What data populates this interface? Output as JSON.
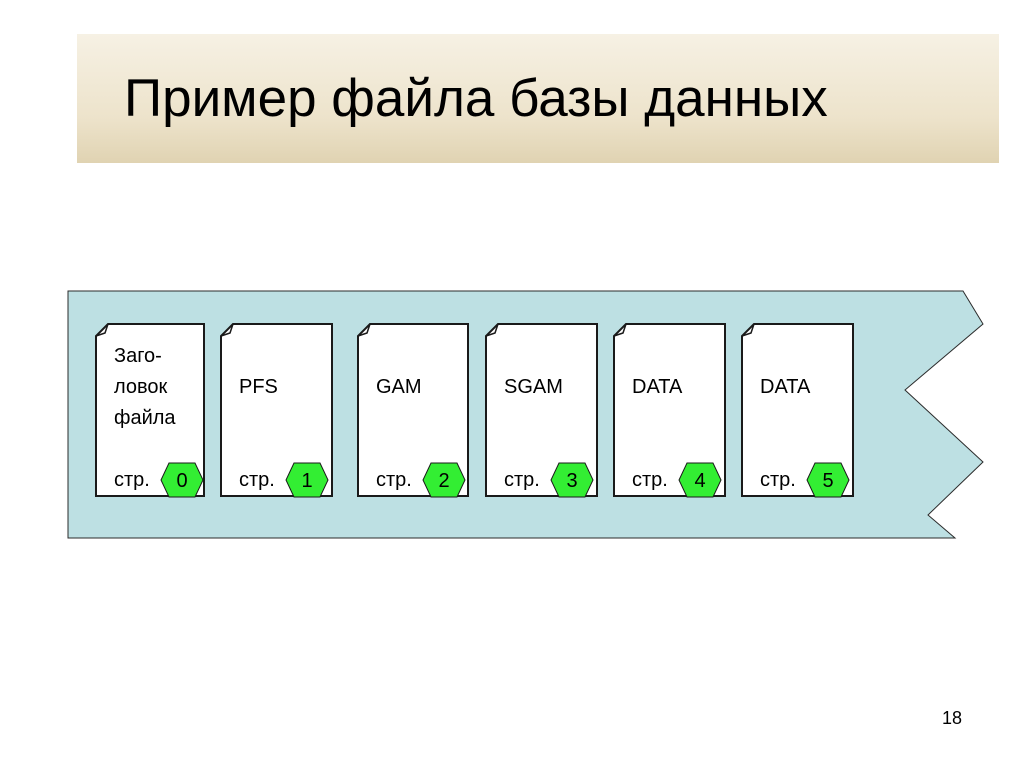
{
  "slide": {
    "title": "Пример файла базы данных",
    "number": "18"
  },
  "diagram": {
    "band_color": "#bde0e3",
    "badge_color": "#33ee33",
    "pages": [
      {
        "lines": [
          "Заго-",
          "ловок",
          "файла"
        ],
        "label": "стр.",
        "number": "0"
      },
      {
        "lines": [
          "PFS"
        ],
        "label": "стр.",
        "number": "1"
      },
      {
        "lines": [
          "GAM"
        ],
        "label": "стр.",
        "number": "2"
      },
      {
        "lines": [
          "SGAM"
        ],
        "label": "стр.",
        "number": "3"
      },
      {
        "lines": [
          "DATA"
        ],
        "label": "стр.",
        "number": "4"
      },
      {
        "lines": [
          "DATA"
        ],
        "label": "стр.",
        "number": "5"
      }
    ]
  }
}
